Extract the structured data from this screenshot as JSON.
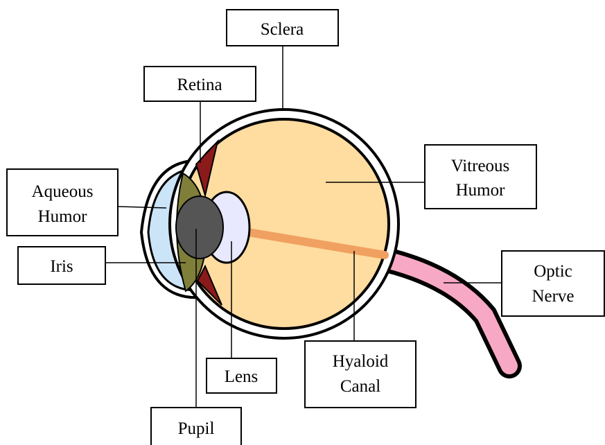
{
  "labels": {
    "sclera": "Sclera",
    "retina": "Retina",
    "aqueous_humor_1": "Aqueous",
    "aqueous_humor_2": "Humor",
    "vitreous_humor_1": "Vitreous",
    "vitreous_humor_2": "Humor",
    "iris": "Iris",
    "optic_nerve_1": "Optic",
    "optic_nerve_2": "Nerve",
    "lens": "Lens",
    "hyaloid_canal_1": "Hyaloid",
    "hyaloid_canal_2": "Canal",
    "pupil": "Pupil"
  },
  "colors": {
    "vitreous": "#FFDCA0",
    "aqueous": "#CCE4F8",
    "iris": "#7F7F3A",
    "pupil": "#555555",
    "lens": "#E8E8FF",
    "retina": "#8B1A1A",
    "hyaloid_canal": "#F0A060",
    "optic_nerve": "#F7A8C4",
    "outline": "#000000"
  }
}
